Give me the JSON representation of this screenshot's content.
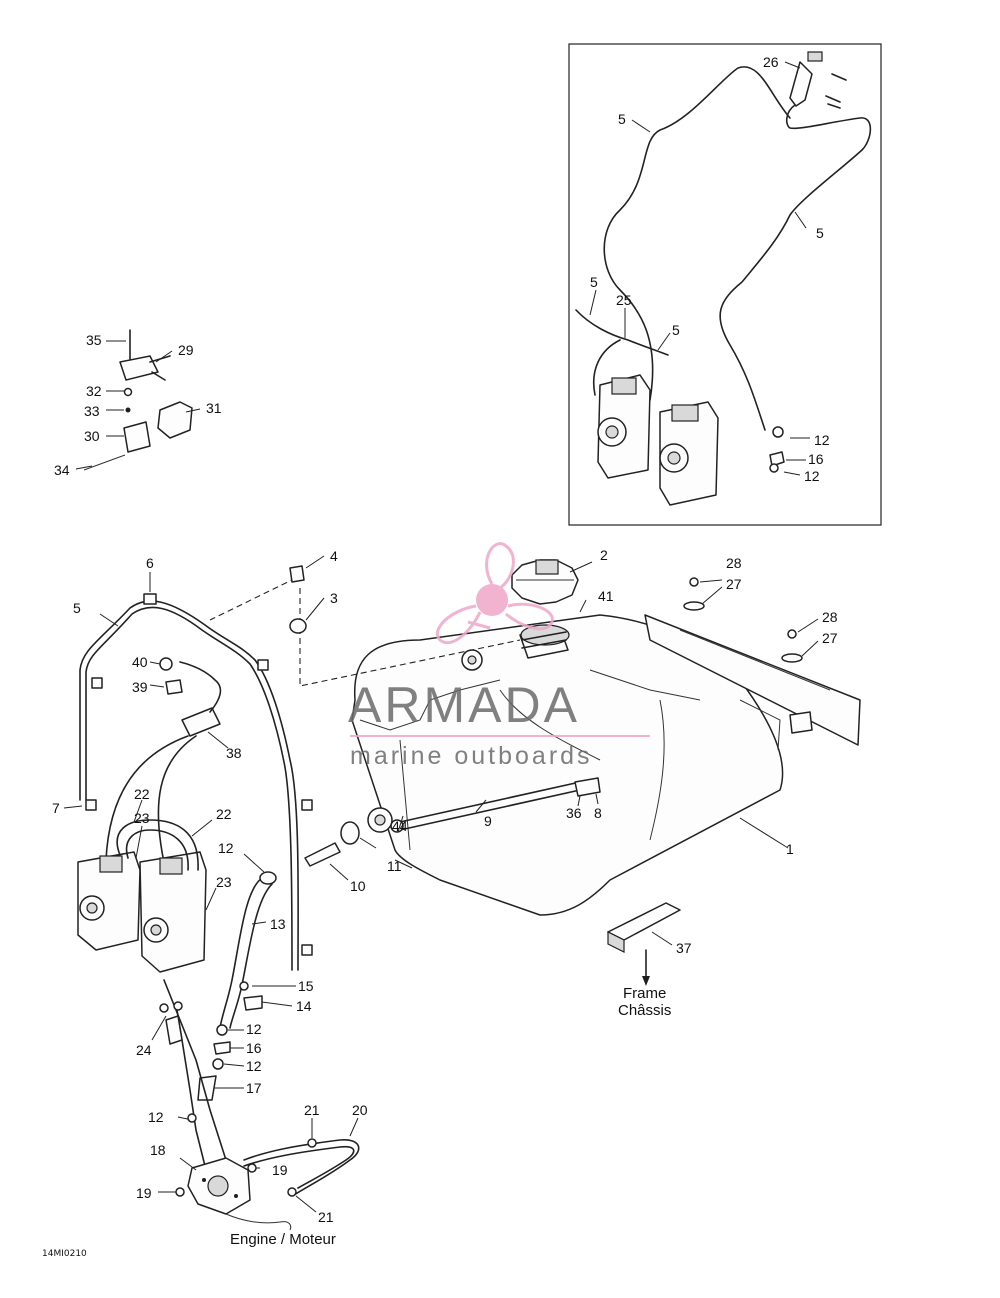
{
  "diagram": {
    "callouts": {
      "c1": "1",
      "c2": "2",
      "c3": "3",
      "c4": "4",
      "c5": "5",
      "c6": "6",
      "c7": "7",
      "c8": "8",
      "c9": "9",
      "c10": "10",
      "c11": "11",
      "c12a": "12",
      "c12b": "12",
      "c12c": "12",
      "c12d": "12",
      "c12e": "12",
      "c12f": "12",
      "c13": "13",
      "c14": "14",
      "c15": "15",
      "c16a": "16",
      "c16b": "16",
      "c17": "17",
      "c18": "18",
      "c19a": "19",
      "c19b": "19",
      "c20": "20",
      "c21a": "21",
      "c21b": "21",
      "c22a": "22",
      "c22b": "22",
      "c23a": "23",
      "c23b": "23",
      "c24": "24",
      "c25": "25",
      "c26": "26",
      "c27a": "27",
      "c27b": "27",
      "c28a": "28",
      "c28b": "28",
      "c29": "29",
      "c30": "30",
      "c31": "31",
      "c32": "32",
      "c33": "33",
      "c34": "34",
      "c35": "35",
      "c36": "36",
      "c37": "37",
      "c38": "38",
      "c39": "39",
      "c40": "40",
      "c41": "41",
      "c44": "44",
      "c5b": "5",
      "c5c": "5",
      "c5d": "5",
      "c5e": "5"
    },
    "labels": {
      "frame_en": "Frame",
      "frame_fr": "Châssis",
      "engine": "Engine / Moteur",
      "drawing_code": "14MI0210"
    }
  },
  "watermark": {
    "title": "ARMADA",
    "subtitle": "marine outboards",
    "logo": "propeller-logo",
    "color_pink": "#f0a6c8",
    "color_gray": "#6b6b6b"
  }
}
